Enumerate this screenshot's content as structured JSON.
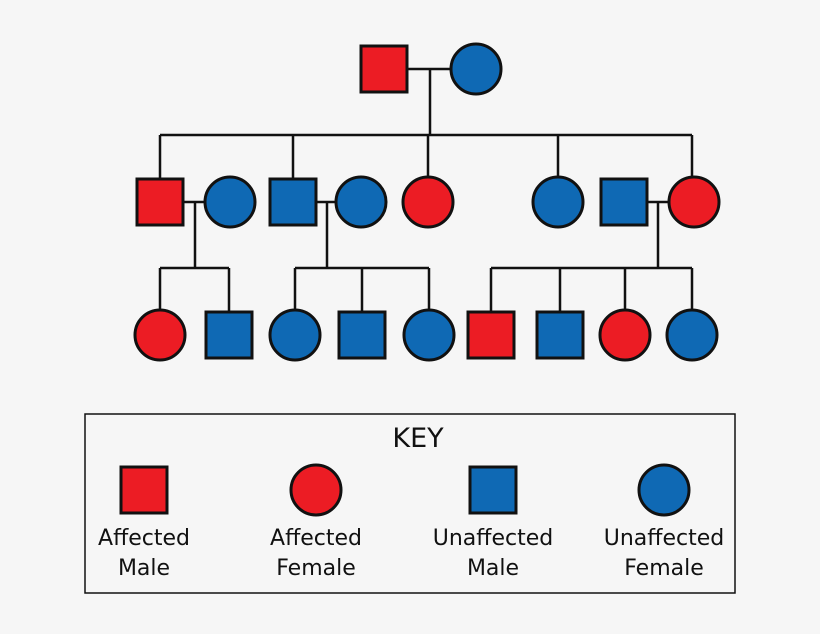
{
  "colors": {
    "affected": "#ec1c24",
    "unaffected": "#0f69b4",
    "line": "#111111",
    "background": "#f6f6f6"
  },
  "generations": [
    {
      "members": [
        {
          "sex": "male",
          "status": "affected"
        },
        {
          "sex": "female",
          "status": "unaffected"
        }
      ]
    },
    {
      "members": [
        {
          "sex": "male",
          "status": "affected"
        },
        {
          "sex": "female",
          "status": "unaffected"
        },
        {
          "sex": "male",
          "status": "unaffected"
        },
        {
          "sex": "female",
          "status": "unaffected"
        },
        {
          "sex": "female",
          "status": "affected"
        },
        {
          "sex": "female",
          "status": "unaffected"
        },
        {
          "sex": "male",
          "status": "unaffected"
        },
        {
          "sex": "female",
          "status": "affected"
        }
      ]
    },
    {
      "members": [
        {
          "sex": "female",
          "status": "affected"
        },
        {
          "sex": "male",
          "status": "unaffected"
        },
        {
          "sex": "female",
          "status": "unaffected"
        },
        {
          "sex": "male",
          "status": "unaffected"
        },
        {
          "sex": "female",
          "status": "unaffected"
        },
        {
          "sex": "male",
          "status": "affected"
        },
        {
          "sex": "male",
          "status": "unaffected"
        },
        {
          "sex": "female",
          "status": "affected"
        },
        {
          "sex": "female",
          "status": "unaffected"
        }
      ]
    }
  ],
  "key": {
    "title": "KEY",
    "items": [
      {
        "line1": "Affected",
        "line2": "Male",
        "sex": "male",
        "status": "affected"
      },
      {
        "line1": "Affected",
        "line2": "Female",
        "sex": "female",
        "status": "affected"
      },
      {
        "line1": "Unaffected",
        "line2": "Male",
        "sex": "male",
        "status": "unaffected"
      },
      {
        "line1": "Unaffected",
        "line2": "Female",
        "sex": "female",
        "status": "unaffected"
      }
    ]
  }
}
